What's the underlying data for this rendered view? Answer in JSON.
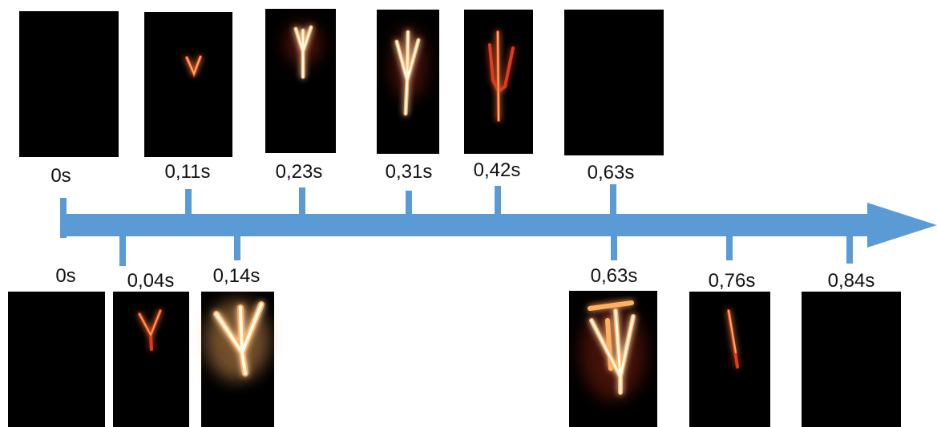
{
  "colors": {
    "arrow": "#5b9bd5",
    "frame_background": "#000000",
    "glow_core": "#fffbe6",
    "glow_mid": "#ffb060",
    "glow_outer": "#e03a1a"
  },
  "top_row": {
    "frames": [
      {
        "time_label": "0s",
        "content": "dark"
      },
      {
        "time_label": "0,11s",
        "content": "small-v-glow"
      },
      {
        "time_label": "0,23s",
        "content": "fork-glow"
      },
      {
        "time_label": "0,31s",
        "content": "trident-glow"
      },
      {
        "time_label": "0,42s",
        "content": "fading-trident-glow"
      },
      {
        "time_label": "0,63s",
        "content": "dark"
      }
    ]
  },
  "bottom_row": {
    "frames": [
      {
        "time_label": "0s",
        "content": "dark"
      },
      {
        "time_label": "0,04s",
        "content": "y-glow"
      },
      {
        "time_label": "0,14s",
        "content": "bright-fork-glow"
      },
      {
        "time_label": "0,63s",
        "content": "bright-trident-glow"
      },
      {
        "time_label": "0,76s",
        "content": "single-streak-glow"
      },
      {
        "time_label": "0,84s",
        "content": "dark"
      }
    ]
  }
}
